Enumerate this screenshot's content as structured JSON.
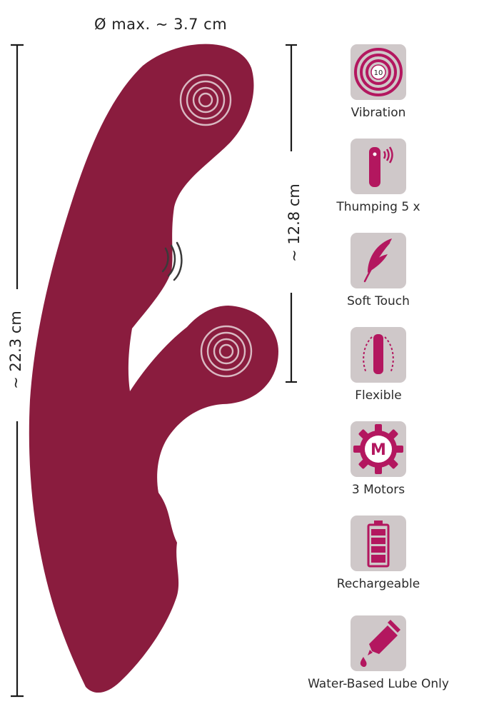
{
  "dimensions": {
    "diameter": "Ø max. ~  3.7 cm",
    "total_length": "~ 22.3 cm",
    "insertable_length": "~ 12.8 cm"
  },
  "colors": {
    "product": "#8a1c3e",
    "icon_accent": "#b3175f",
    "tile": "#cfc8c9",
    "ring": "#d9b9c2"
  },
  "features": [
    {
      "label": "Vibration",
      "icon": "vibration-icon",
      "badge": "10"
    },
    {
      "label": "Thumping 5 x",
      "icon": "thumping-icon"
    },
    {
      "label": "Soft Touch",
      "icon": "feather-icon"
    },
    {
      "label": "Flexible",
      "icon": "flexible-icon"
    },
    {
      "label": "3 Motors",
      "icon": "motor-gear-icon",
      "badge": "M"
    },
    {
      "label": "Rechargeable",
      "icon": "battery-icon"
    },
    {
      "label": "Water-Based Lube Only",
      "icon": "lube-tube-icon"
    }
  ]
}
